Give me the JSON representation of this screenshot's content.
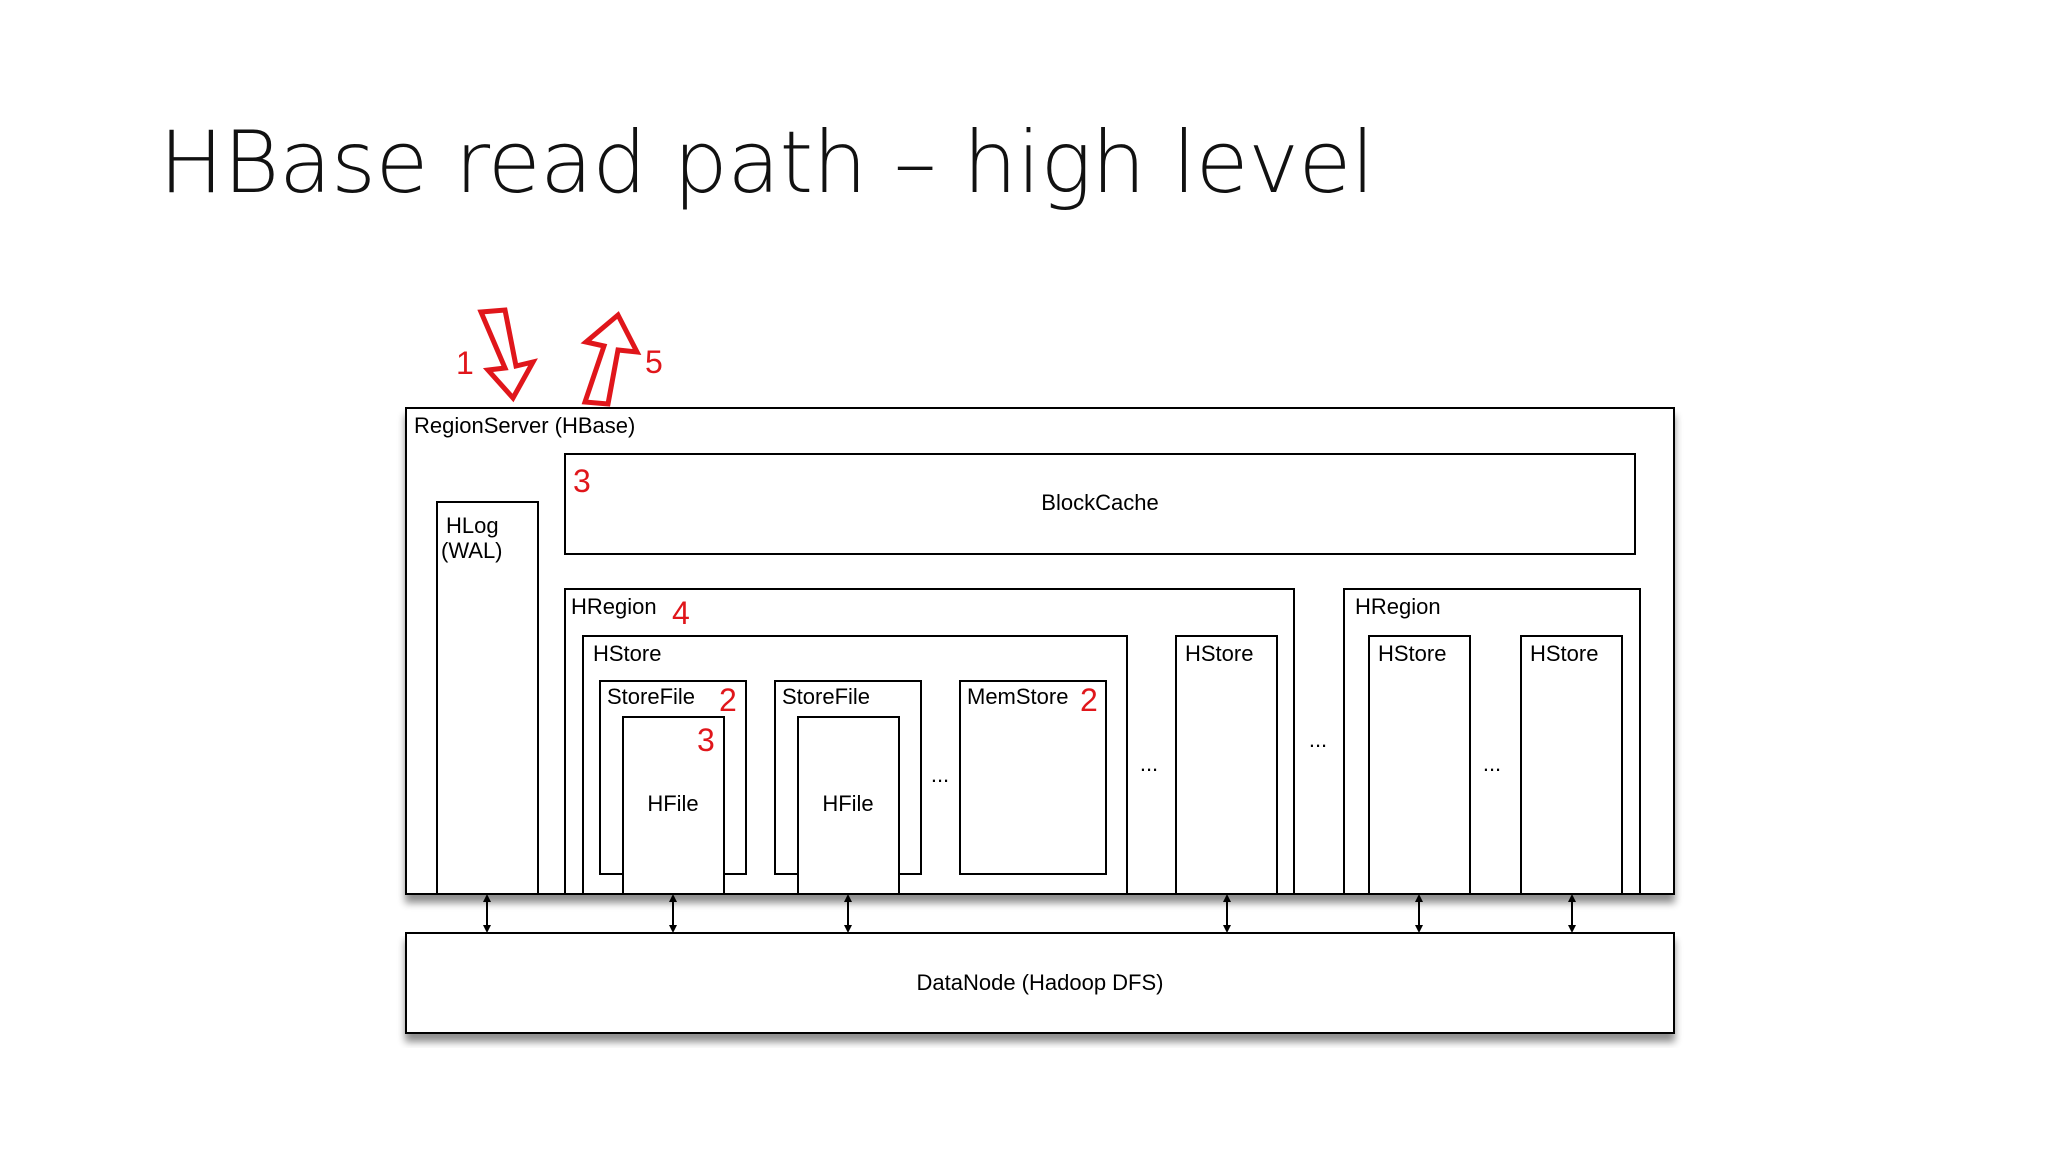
{
  "slide": {
    "title": "HBase read path – high level"
  },
  "diagram": {
    "region_server_label": "RegionServer (HBase)",
    "hlog_label_line1": "HLog",
    "hlog_label_line2": "(WAL)",
    "blockcache_label": "BlockCache",
    "hregion_label": "HRegion",
    "hstore_label": "HStore",
    "storefile_label": "StoreFile",
    "hfile_label": "HFile",
    "memstore_label": "MemStore",
    "ellipsis": "...",
    "datanode_label": "DataNode (Hadoop DFS)",
    "step_markers": {
      "request": "1",
      "memstore_storefile": "2",
      "blockcache_hfile": "3",
      "hregion": "4",
      "response": "5"
    },
    "colors": {
      "marker_red": "#e0161b",
      "box_stroke": "#000000",
      "shadow": "#c8c8c8"
    },
    "icons": {
      "request_arrow": "arrow-down-icon",
      "response_arrow": "arrow-up-icon",
      "io_link": "double-arrow-vertical-icon"
    }
  }
}
